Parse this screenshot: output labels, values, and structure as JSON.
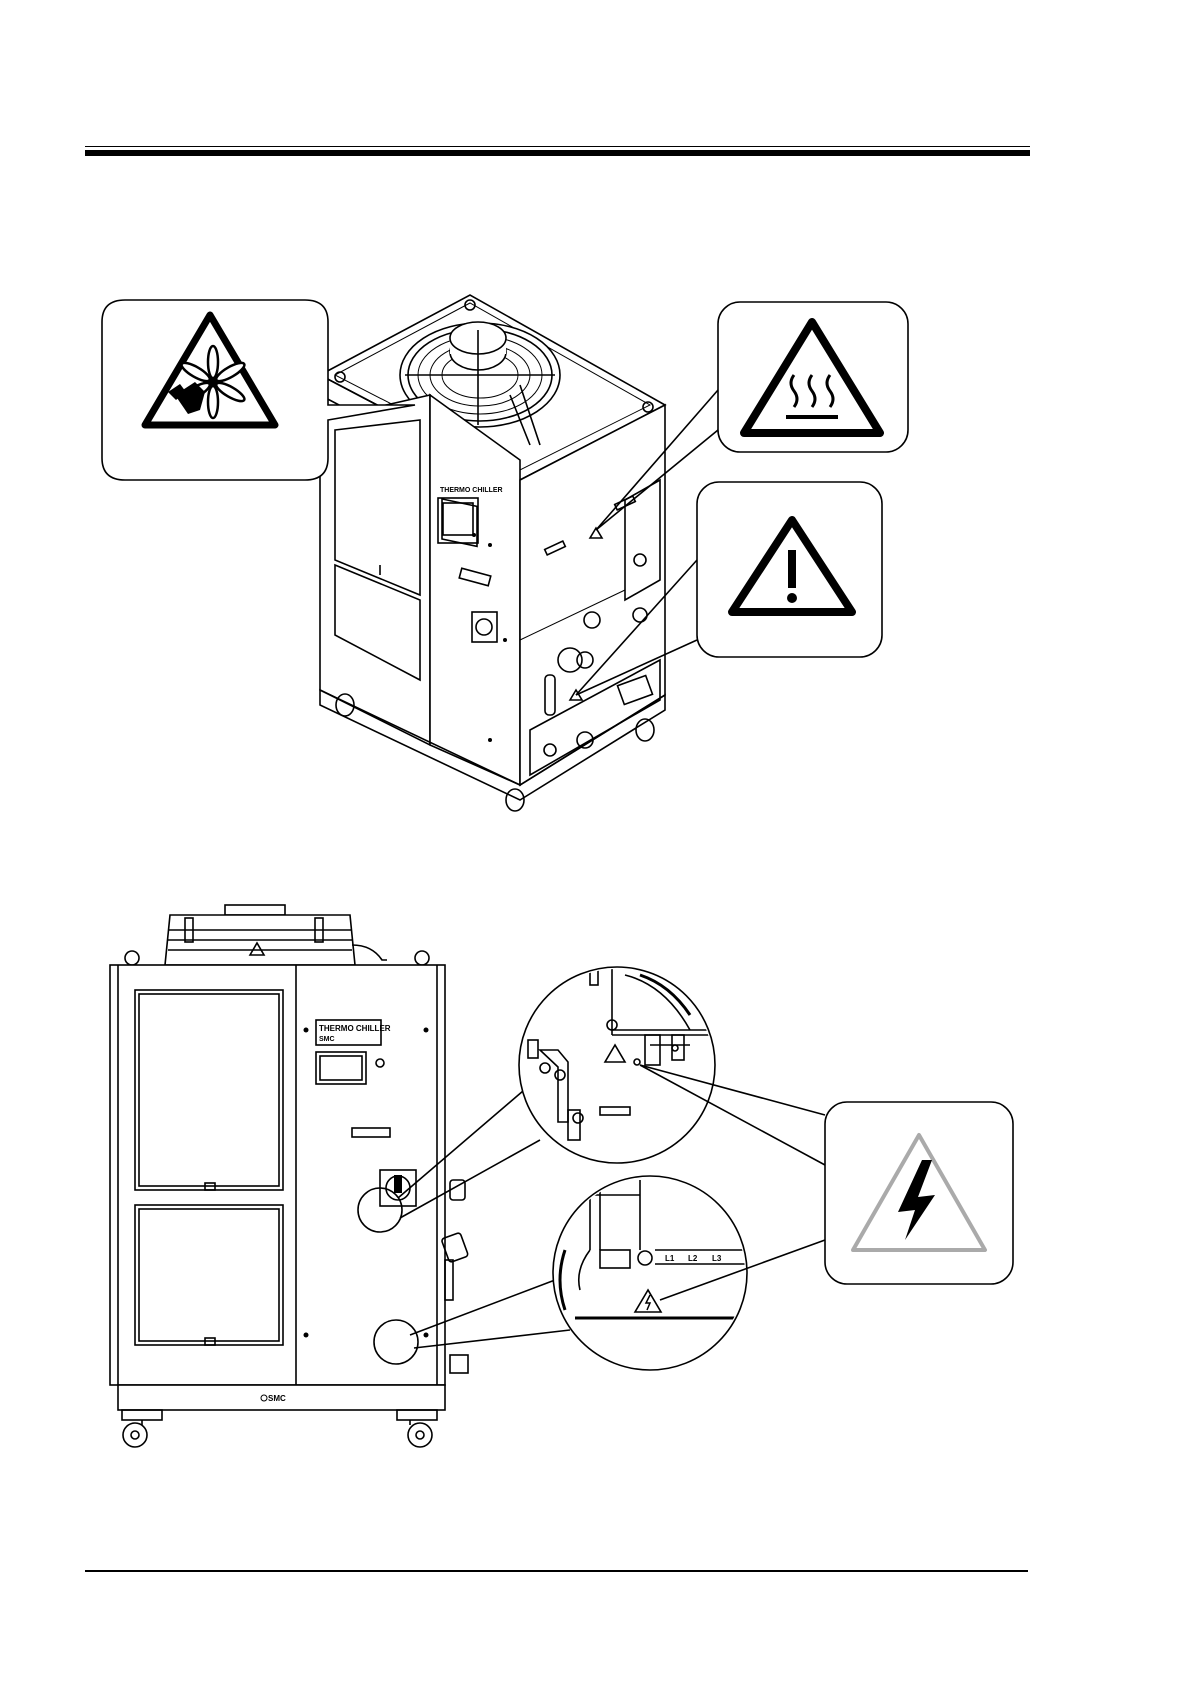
{
  "machine": {
    "panel_label_line1": "THERMO CHILLER",
    "panel_label_line2": "SMC",
    "base_label": "SMC",
    "terminal_labels": [
      "L1",
      "L2",
      "L3"
    ]
  },
  "icons": {
    "fan_warning": "rotating-fan-hand-warning-icon",
    "hot_surface": "hot-surface-warning-icon",
    "general_caution": "general-caution-icon",
    "electric_shock": "electric-shock-warning-icon"
  },
  "colors": {
    "line": "#000000",
    "callout_border": "#000000",
    "shock_symbol_border": "#aaaaaa"
  }
}
